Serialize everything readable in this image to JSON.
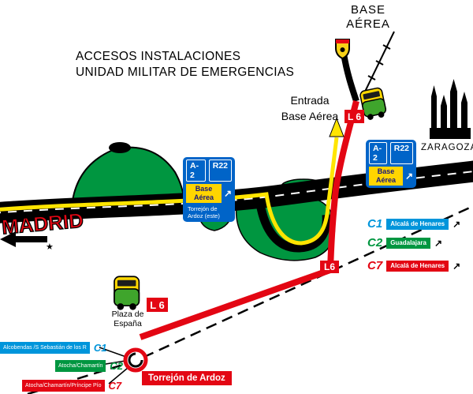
{
  "header": {
    "base_area_line1": "BASE",
    "base_area_line2": "AÉREA",
    "title_line1": "ACCESOS INSTALACIONES",
    "title_line2": "UNIDAD MILITAR DE EMERGENCIAS"
  },
  "entrance": {
    "line1": "Entrada",
    "line2": "Base Aérea",
    "badge": "L 6"
  },
  "signs": {
    "center": {
      "road_a": "A-2",
      "road_b": "R22",
      "primary": "Base Aérea",
      "arrow": "↗",
      "secondary_line1": "Torrejón de",
      "secondary_line2": "Ardoz (este)"
    },
    "right": {
      "road_a": "A-2",
      "road_b": "R22",
      "primary": "Base Aérea",
      "arrow": "↗"
    }
  },
  "cities": {
    "madrid": "MADRID",
    "zaragoza": "ZARAGOZA"
  },
  "legend": {
    "items": [
      {
        "code": "C1",
        "label": "Alcalá de Henares",
        "arrow": "↗"
      },
      {
        "code": "C2",
        "label": "Guadalajara",
        "arrow": "↗"
      },
      {
        "code": "C7",
        "label": "Alcalá de Henares",
        "arrow": "↗"
      }
    ]
  },
  "stations": {
    "items": [
      {
        "code": "C1",
        "label": "Alcobendas /S Sebastián de los R"
      },
      {
        "code": "C2",
        "label": "Atocha/Chamartín"
      },
      {
        "code": "C7",
        "label": "Atocha/Chamartín/Príncipe Pío"
      }
    ],
    "hub": "Torrejón de Ardoz"
  },
  "bus_line": {
    "stop_line1": "Plaza de",
    "stop_line2": "España",
    "badge_mid": "L6",
    "badge_stop": "L 6"
  },
  "decorations": {
    "star": "★"
  },
  "colors": {
    "line_red": "#E30613",
    "sign_blue": "#0064C8",
    "c1_blue": "#0095DB",
    "c2_green": "#009640",
    "c7_red": "#E30613",
    "route_yellow": "#FFE500",
    "land_green": "#009640"
  }
}
